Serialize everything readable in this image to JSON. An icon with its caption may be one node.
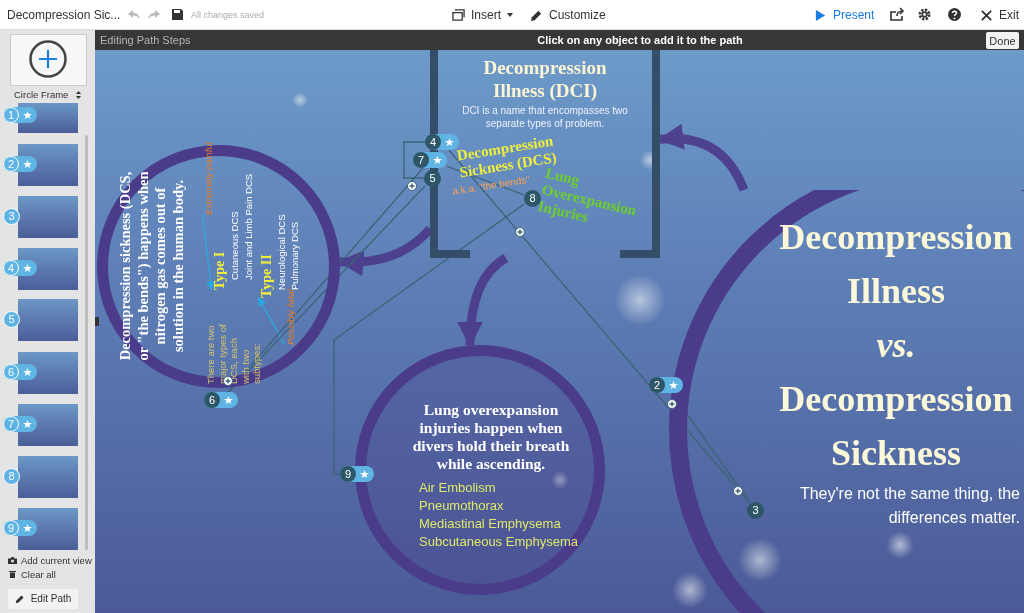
{
  "diagram": {
    "nodes": [
      {
        "text": [
          "Decompression Illness (DCI)",
          "DCI is a name that encompasses two separate types of problem."
        ]
      },
      {
        "text": [
          "Decompression Sickness (DCS)"
        ],
        "in": 0,
        "beside": [
          "a.k.a. “the bends”"
        ]
      },
      {
        "text": [
          "Lung Overexpansion Injuries"
        ],
        "in": 0
      },
      {
        "text": [
          "Decompression sickness (DCS, or \"the bends\") happens when nitrogen gas comes out of solution in the human body.",
          "There are two major types of DCS, each with two subtypes:"
        ]
      },
      {
        "text": [
          "Extremely painful"
        ],
        "in": 3
      },
      {
        "text": [
          "Type I"
        ],
        "in": 3
      },
      {
        "text": [
          "Possibly fatal"
        ],
        "in": 3
      },
      {
        "text": [
          "Type II"
        ],
        "in": 3
      },
      {
        "text": [
          "Lung overexpansion injuries happen when divers hold their breath while ascending.",
          "Air Embolism",
          "Pneumothorax",
          "Mediastinal Emphysema",
          "Subcutaneous Emphysema"
        ]
      },
      {
        "text": [
          "Decompression Illness",
          "vs.",
          "Decompression Sickness",
          "They're not the same thing, the differences matter."
        ]
      },
      {
        "text": [
          "2"
        ]
      },
      {
        "text": [
          "3"
        ],
        "in": 9
      },
      {
        "text": [
          "4"
        ]
      },
      {
        "text": [
          "5"
        ]
      },
      {
        "text": [
          "6"
        ]
      },
      {
        "text": [
          "7"
        ]
      },
      {
        "text": [
          "8"
        ],
        "in": 0
      },
      {
        "text": [
          "9"
        ]
      },
      {
        "text": [
          "1"
        ]
      },
      {
        "text": [
          "2"
        ]
      },
      {
        "text": [
          "3"
        ]
      },
      {
        "text": [
          "4"
        ]
      },
      {
        "text": [
          "5"
        ]
      },
      {
        "text": [
          "6"
        ]
      },
      {
        "text": [
          "7"
        ]
      },
      {
        "text": [
          "8"
        ]
      },
      {
        "text": [
          "9"
        ]
      }
    ],
    "edges": [
      {
        "from": 9,
        "to": 0,
        "arrow": "to",
        "style": "thick",
        "color": "#4b3b8c"
      },
      {
        "from": 0,
        "to": 3,
        "arrow": "to",
        "style": "thick",
        "color": "#4b3b8c"
      },
      {
        "from": 0,
        "to": 8,
        "arrow": "to",
        "style": "thick",
        "color": "#4b3b8c"
      },
      {
        "from": 4,
        "to": 5,
        "arrow": "to",
        "color": "#2aa9e0"
      },
      {
        "from": 6,
        "to": 7,
        "arrow": "to",
        "color": "#2aa9e0"
      },
      {
        "from": 10,
        "to": 11,
        "arrow": "none"
      },
      {
        "from": 11,
        "to": 12,
        "arrow": "none"
      },
      {
        "from": 12,
        "to": 13,
        "arrow": "none"
      },
      {
        "from": 13,
        "to": 14,
        "arrow": "none"
      },
      {
        "from": 14,
        "to": 15,
        "arrow": "none"
      },
      {
        "from": 15,
        "to": 16,
        "arrow": "none"
      },
      {
        "from": 16,
        "to": 17,
        "arrow": "none"
      }
    ],
    "labels": [
      "Decompression Sic...",
      "All changes saved",
      "Insert",
      "Customize",
      "Present",
      "Exit",
      "Editing Path Steps",
      "Click on any object to add it to the path",
      "Done",
      "Circle Frame",
      "Add current view",
      "Clear all",
      "Edit Path",
      "Cutaneous DCS",
      "Joint and Limb Pain DCS",
      "Neurological DCS",
      "Pulmonary DCS"
    ]
  }
}
